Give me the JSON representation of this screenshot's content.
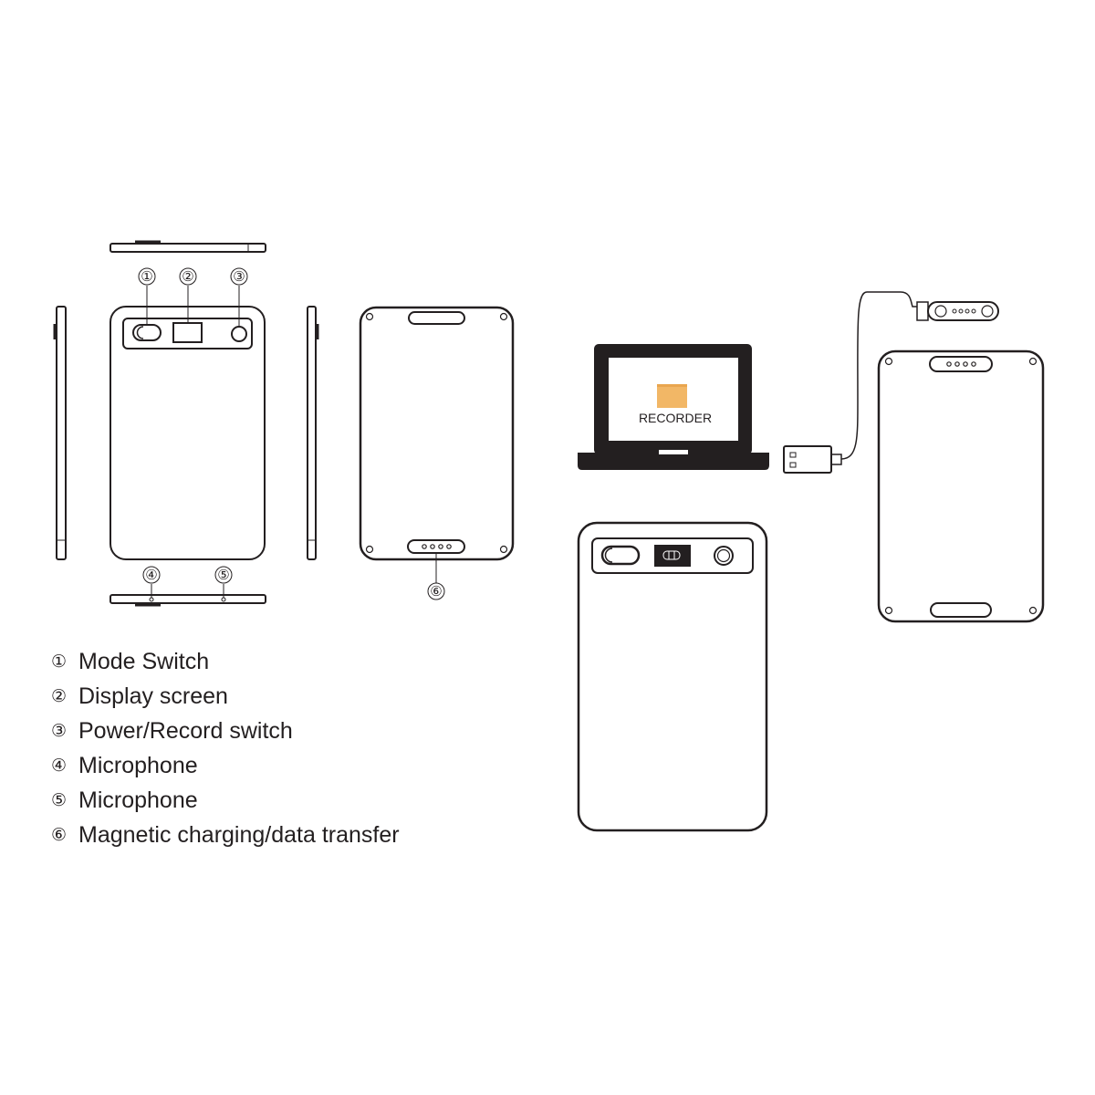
{
  "callouts": {
    "c1": "①",
    "c2": "②",
    "c3": "③",
    "c4": "④",
    "c5": "⑤",
    "c6": "⑥"
  },
  "laptop": {
    "screen_label": "RECORDER",
    "folder_color": "#f2b766"
  },
  "legend": [
    {
      "num": "①",
      "text": "Mode Switch"
    },
    {
      "num": "②",
      "text": "Display screen"
    },
    {
      "num": "③",
      "text": "Power/Record switch"
    },
    {
      "num": "④",
      "text": "Microphone"
    },
    {
      "num": "⑤",
      "text": "Microphone"
    },
    {
      "num": "⑥",
      "text": "Magnetic charging/data transfer"
    }
  ],
  "colors": {
    "line": "#231f20",
    "background": "#ffffff"
  }
}
